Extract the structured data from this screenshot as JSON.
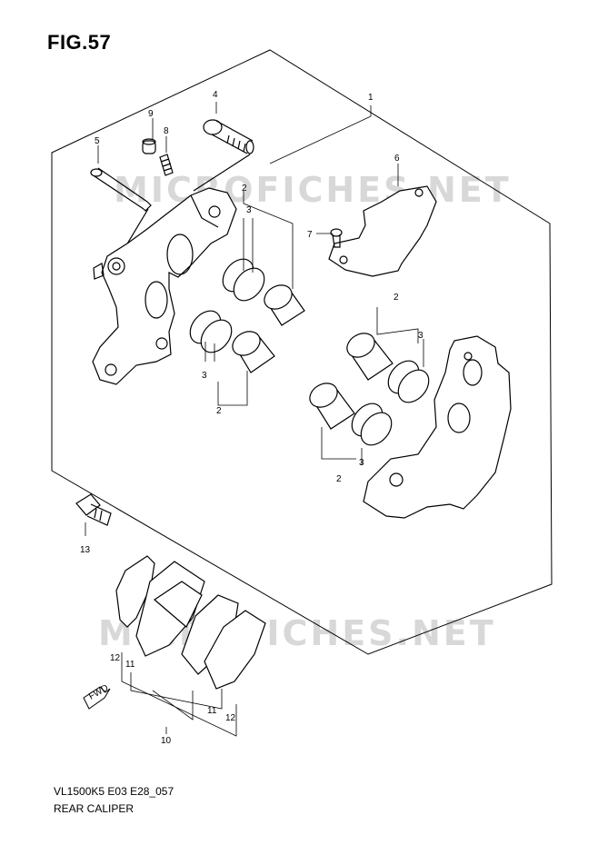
{
  "figure": {
    "title": "FIG.57"
  },
  "watermark": {
    "text": "MICROFICHES.NET"
  },
  "footer": {
    "model_code": "VL1500K5 E03 E28_057",
    "diagram_name": "REAR CALIPER"
  },
  "callouts": {
    "c1": "1",
    "c2a": "2",
    "c2b": "2",
    "c2c": "2",
    "c2d": "2",
    "c3a": "3",
    "c3b": "3",
    "c3c": "3",
    "c3d": "3",
    "c4": "4",
    "c5": "5",
    "c6": "6",
    "c7": "7",
    "c8": "8",
    "c9": "9",
    "c10": "10",
    "c11a": "11",
    "c11b": "11",
    "c12a": "12",
    "c12b": "12",
    "c13": "13"
  },
  "fwd_label": "FWD"
}
